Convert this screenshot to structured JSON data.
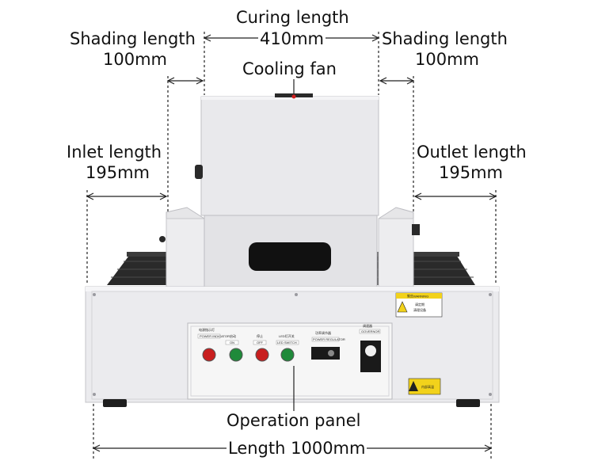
{
  "labels": {
    "curing_title": "Curing length",
    "curing_value": "410mm",
    "shading_left_title": "Shading length",
    "shading_left_value": "100mm",
    "shading_right_title": "Shading length",
    "shading_right_value": "100mm",
    "cooling_fan": "Cooling fan",
    "inlet_title": "Inlet length",
    "inlet_value": "195mm",
    "outlet_title": "Outlet length",
    "outlet_value": "195mm",
    "operation_panel": "Operation panel",
    "total_length": "Length 1000mm"
  },
  "panel": {
    "power_indicator": "电源指示灯",
    "power_indicator_en": "POWER INDICATOR",
    "start": "启动",
    "start_en": "ON",
    "stop": "停止",
    "stop_en": "OFF",
    "led_switch": "LED灯开关",
    "led_switch_en": "LED SWITCH",
    "power_regulation": "功率调节器",
    "power_regulation_en": "POWER REGULATOR",
    "speed_controller": "调速器",
    "speed_controller_en": "GOVERNOR",
    "warning_title": "警告WARNING",
    "warning_line1": "请定期",
    "warning_line2": "清理设备",
    "hot_warning": "内部高温"
  },
  "colors": {
    "dimension_line": "#222222",
    "machine_body": "#e9e9ec",
    "conveyor": "#2a2a2a",
    "panel_face": "#f6f6f6",
    "red_button": "#c81e1e",
    "green_button": "#1f8a3a",
    "warning_yellow": "#f2d21b"
  }
}
